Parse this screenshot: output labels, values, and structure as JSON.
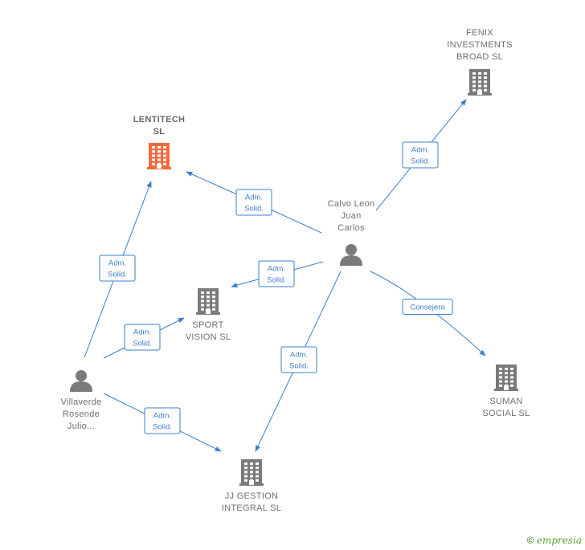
{
  "colors": {
    "edge": "#3a7fd0",
    "company": "#7a7a7a",
    "company_highlight": "#f26a3d",
    "person": "#7a7a7a"
  },
  "nodes": [
    {
      "id": "lentitech",
      "kind": "company",
      "highlight": true,
      "lines": [
        "LENTITECH",
        "SL"
      ]
    },
    {
      "id": "fenix",
      "kind": "company",
      "lines": [
        "FENIX",
        "INVESTMENTS",
        "BROAD  SL"
      ]
    },
    {
      "id": "sport",
      "kind": "company",
      "lines": [
        "SPORT",
        "VISION  SL"
      ]
    },
    {
      "id": "suman",
      "kind": "company",
      "lines": [
        "SUMAN",
        "SOCIAL SL"
      ]
    },
    {
      "id": "jj",
      "kind": "company",
      "lines": [
        "JJ GESTION",
        "INTEGRAL  SL"
      ]
    },
    {
      "id": "calvo",
      "kind": "person",
      "lines": [
        "Calvo Leon",
        "Juan",
        "Carlos"
      ]
    },
    {
      "id": "villaverde",
      "kind": "person",
      "lines": [
        "Villaverde",
        "Rosende",
        "Julio..."
      ]
    }
  ],
  "edges": [
    {
      "from": "calvo",
      "to": "lentitech",
      "lines": [
        "Adm.",
        "Solid."
      ]
    },
    {
      "from": "calvo",
      "to": "fenix",
      "lines": [
        "Adm.",
        "Solid."
      ]
    },
    {
      "from": "calvo",
      "to": "sport",
      "lines": [
        "Adm.",
        "Solid."
      ]
    },
    {
      "from": "calvo",
      "to": "suman",
      "lines": [
        "Consejero"
      ]
    },
    {
      "from": "calvo",
      "to": "jj",
      "lines": [
        "Adm.",
        "Solid."
      ]
    },
    {
      "from": "villaverde",
      "to": "lentitech",
      "lines": [
        "Adm.",
        "Solid."
      ]
    },
    {
      "from": "villaverde",
      "to": "sport",
      "lines": [
        "Adm.",
        "Solid."
      ]
    },
    {
      "from": "villaverde",
      "to": "jj",
      "lines": [
        "Adm.",
        "Solid."
      ]
    }
  ],
  "footer": {
    "copyright": "©",
    "brand": "empresia"
  }
}
